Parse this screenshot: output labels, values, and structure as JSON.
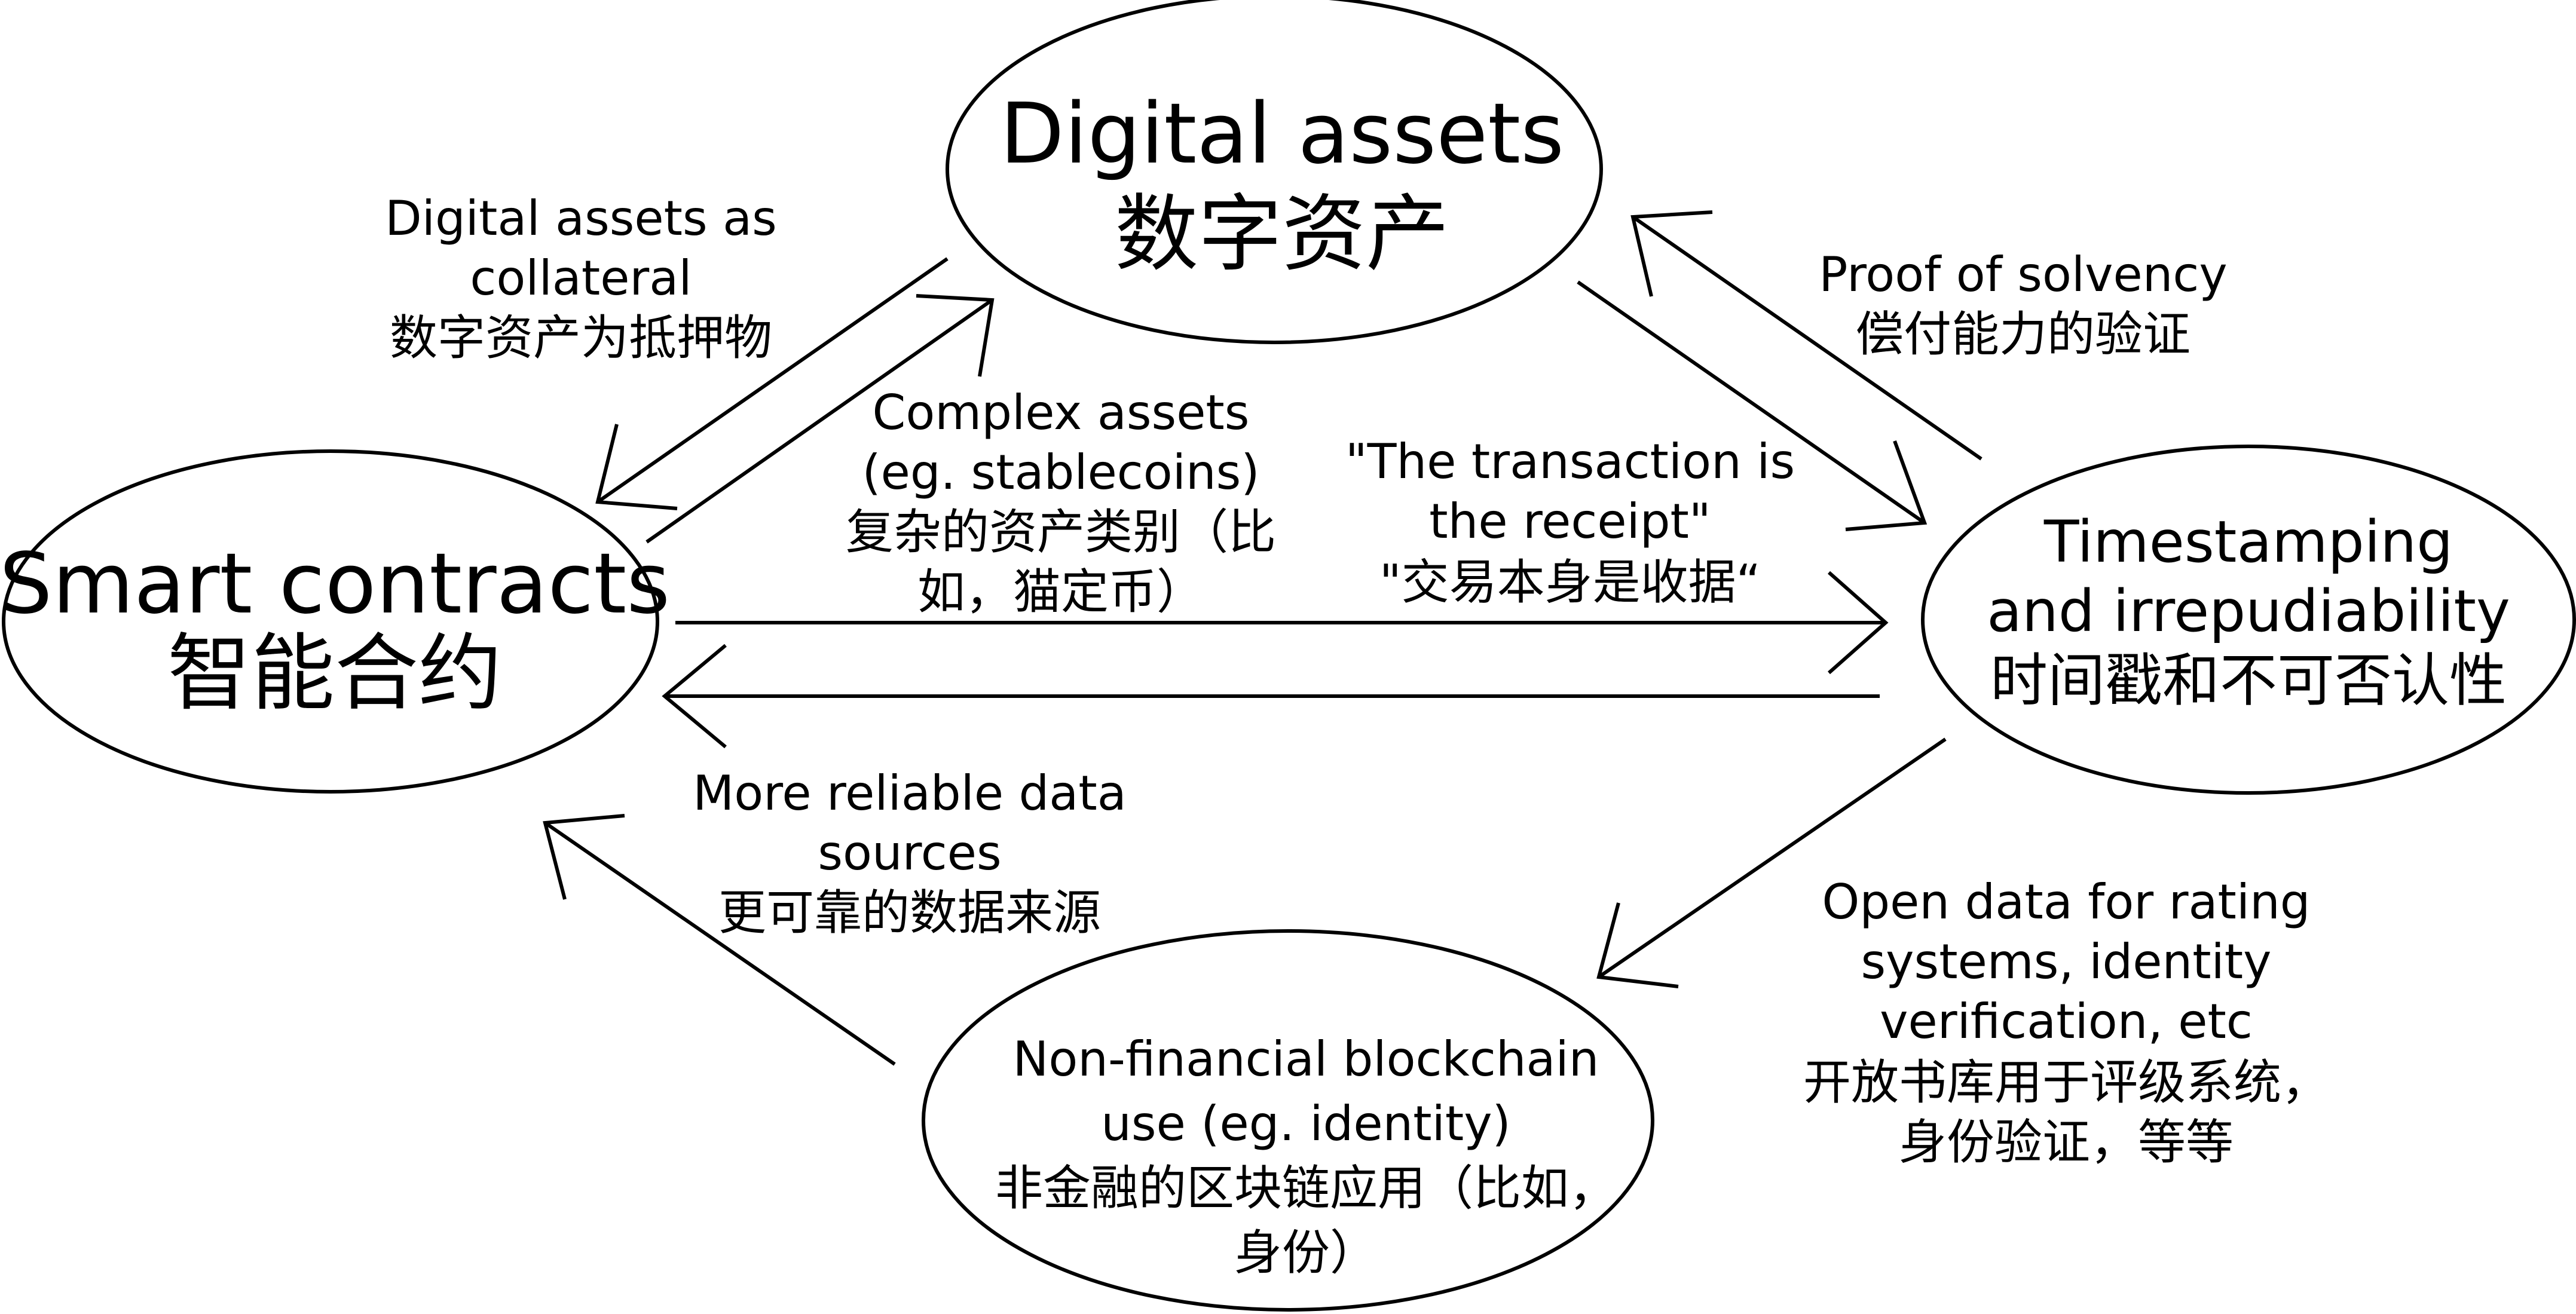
{
  "nodes": {
    "digital_assets": {
      "lines": [
        "Digital assets",
        "数字资产"
      ]
    },
    "smart_contracts": {
      "lines": [
        "Smart contracts",
        "智能合约"
      ]
    },
    "timestamping": {
      "lines": [
        "Timestamping",
        "and irrepudiability",
        "时间戳和不可否认性"
      ]
    },
    "non_financial": {
      "lines": [
        "Non-financial blockchain",
        "use (eg. identity)",
        "非金融的区块链应用（比如，",
        "身份）"
      ]
    }
  },
  "edges": {
    "collateral": {
      "lines": [
        "Digital assets as",
        "collateral",
        "数字资产为抵押物"
      ]
    },
    "complex_assets": {
      "lines": [
        "Complex assets",
        "(eg. stablecoins)",
        "复杂的资产类别（比",
        "如，猫定币）"
      ]
    },
    "transaction_receipt": {
      "lines": [
        "\"The transaction is",
        "the receipt\"",
        "\"交易本身是收据“"
      ]
    },
    "proof_of_solvency": {
      "lines": [
        "Proof of solvency",
        "偿付能力的验证"
      ]
    },
    "reliable_data": {
      "lines": [
        "More reliable data",
        "sources",
        "更可靠的数据来源"
      ]
    },
    "open_data": {
      "lines": [
        "Open data for rating",
        "systems, identity",
        "verification, etc",
        "开放书库用于评级系统，",
        "身份验证，等等"
      ]
    }
  }
}
